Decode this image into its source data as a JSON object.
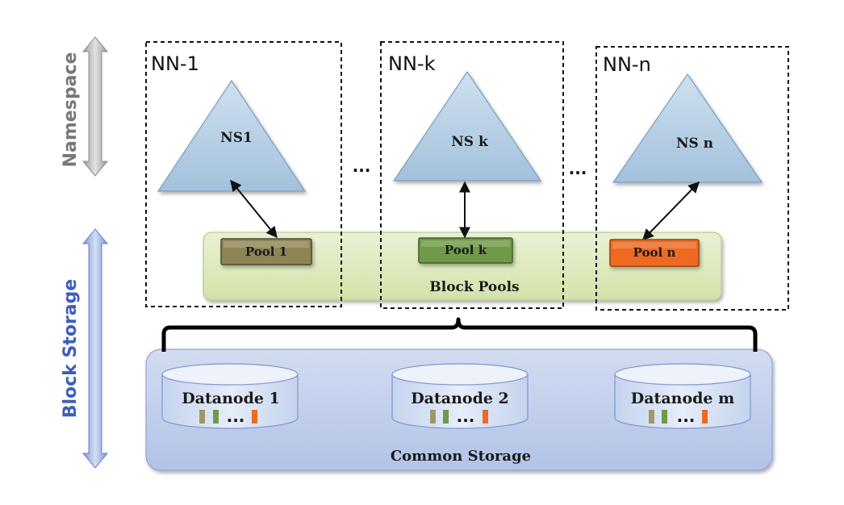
{
  "axes": {
    "namespace_label": "Namespace",
    "block_storage_label": "Block Storage"
  },
  "namenodes": [
    {
      "label": "NN-1",
      "namespace": "NS1",
      "pool": "Pool  1",
      "pool_color": "#8e8556"
    },
    {
      "label": "NN-k",
      "namespace": "NS k",
      "pool": "Pool  k",
      "pool_color": "#6f9a4a"
    },
    {
      "label": "NN-n",
      "namespace": "NS n",
      "pool": "Pool  n",
      "pool_color": "#ee6a22"
    }
  ],
  "separators": [
    "...",
    "..."
  ],
  "block_pools": {
    "label": "Block  Pools"
  },
  "common_storage": {
    "label": "Common Storage",
    "datanodes": [
      {
        "label": "Datanode 1",
        "blocks": "..."
      },
      {
        "label": "Datanode 2",
        "blocks": "..."
      },
      {
        "label": "Datanode m",
        "blocks": "..."
      }
    ]
  },
  "colors": {
    "namespace_triangle": "#b2cde4",
    "block_pools_band": "#dde9bd",
    "common_storage": "#c3d0eb",
    "datanode_disk": "#d6e1f2",
    "block_olive": "#a09768",
    "block_green": "#6f9a4a",
    "block_orange": "#ee6a22",
    "namespace_arrow": "#bdbdbd",
    "block_storage_arrow": "#9db0e0"
  }
}
